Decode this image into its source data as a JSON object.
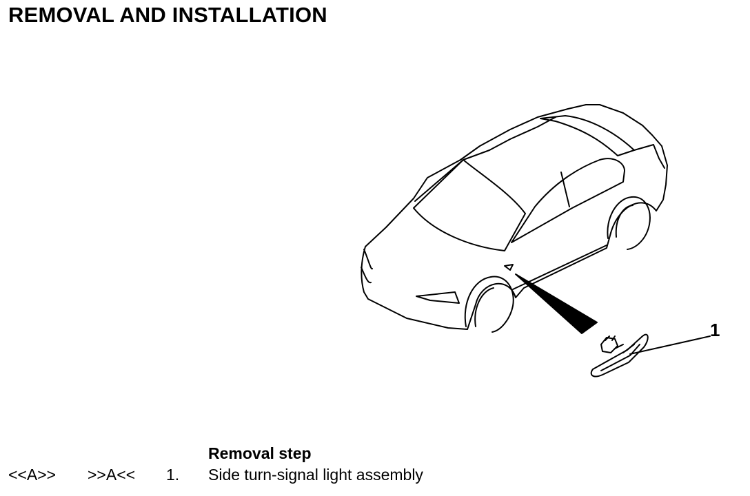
{
  "document": {
    "title": "REMOVAL AND INSTALLATION"
  },
  "illustration": {
    "callout_label": "1"
  },
  "removal_steps": {
    "heading": "Removal step",
    "items": [
      {
        "removal_code": "<<A>>",
        "installation_code": ">>A<<",
        "number": "1.",
        "name": "Side turn-signal light assembly"
      }
    ]
  }
}
